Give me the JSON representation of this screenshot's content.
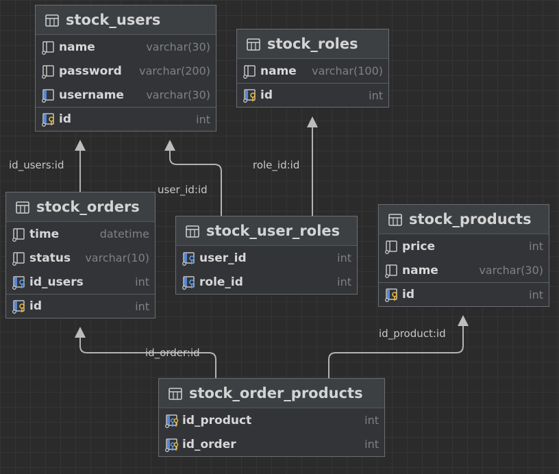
{
  "tables": {
    "stock_users": {
      "title": "stock_users",
      "columns": [
        {
          "name": "name",
          "type": "varchar(30)",
          "icon": "column-icon"
        },
        {
          "name": "password",
          "type": "varchar(200)",
          "icon": "column-icon"
        },
        {
          "name": "username",
          "type": "varchar(30)",
          "icon": "index-column-icon"
        },
        {
          "name": "id",
          "type": "int",
          "icon": "primary-key-icon"
        }
      ]
    },
    "stock_roles": {
      "title": "stock_roles",
      "columns": [
        {
          "name": "name",
          "type": "varchar(100)",
          "icon": "column-icon"
        },
        {
          "name": "id",
          "type": "int",
          "icon": "primary-key-icon"
        }
      ]
    },
    "stock_orders": {
      "title": "stock_orders",
      "columns": [
        {
          "name": "time",
          "type": "datetime",
          "icon": "column-icon"
        },
        {
          "name": "status",
          "type": "varchar(10)",
          "icon": "column-icon"
        },
        {
          "name": "id_users",
          "type": "int",
          "icon": "foreign-key-icon"
        },
        {
          "name": "id",
          "type": "int",
          "icon": "primary-key-icon"
        }
      ]
    },
    "stock_user_roles": {
      "title": "stock_user_roles",
      "columns": [
        {
          "name": "user_id",
          "type": "int",
          "icon": "foreign-key-icon"
        },
        {
          "name": "role_id",
          "type": "int",
          "icon": "foreign-key-icon"
        }
      ]
    },
    "stock_products": {
      "title": "stock_products",
      "columns": [
        {
          "name": "price",
          "type": "int",
          "icon": "column-icon"
        },
        {
          "name": "name",
          "type": "varchar(30)",
          "icon": "column-icon"
        },
        {
          "name": "id",
          "type": "int",
          "icon": "primary-key-icon"
        }
      ]
    },
    "stock_order_products": {
      "title": "stock_order_products",
      "columns": [
        {
          "name": "id_product",
          "type": "int",
          "icon": "composite-key-icon"
        },
        {
          "name": "id_order",
          "type": "int",
          "icon": "composite-key-icon"
        }
      ]
    }
  },
  "relations": {
    "orders_users": "id_users:id",
    "userroles_users": "user_id:id",
    "userroles_roles": "role_id:id",
    "orderproducts_products": "id_product:id",
    "orderproducts_orders": "id_order:id"
  },
  "colors": {
    "background": "#2b2b2b",
    "edge": "#b6b6b6",
    "key_gold": "#e8b63a",
    "fk_blue": "#5688d6"
  }
}
